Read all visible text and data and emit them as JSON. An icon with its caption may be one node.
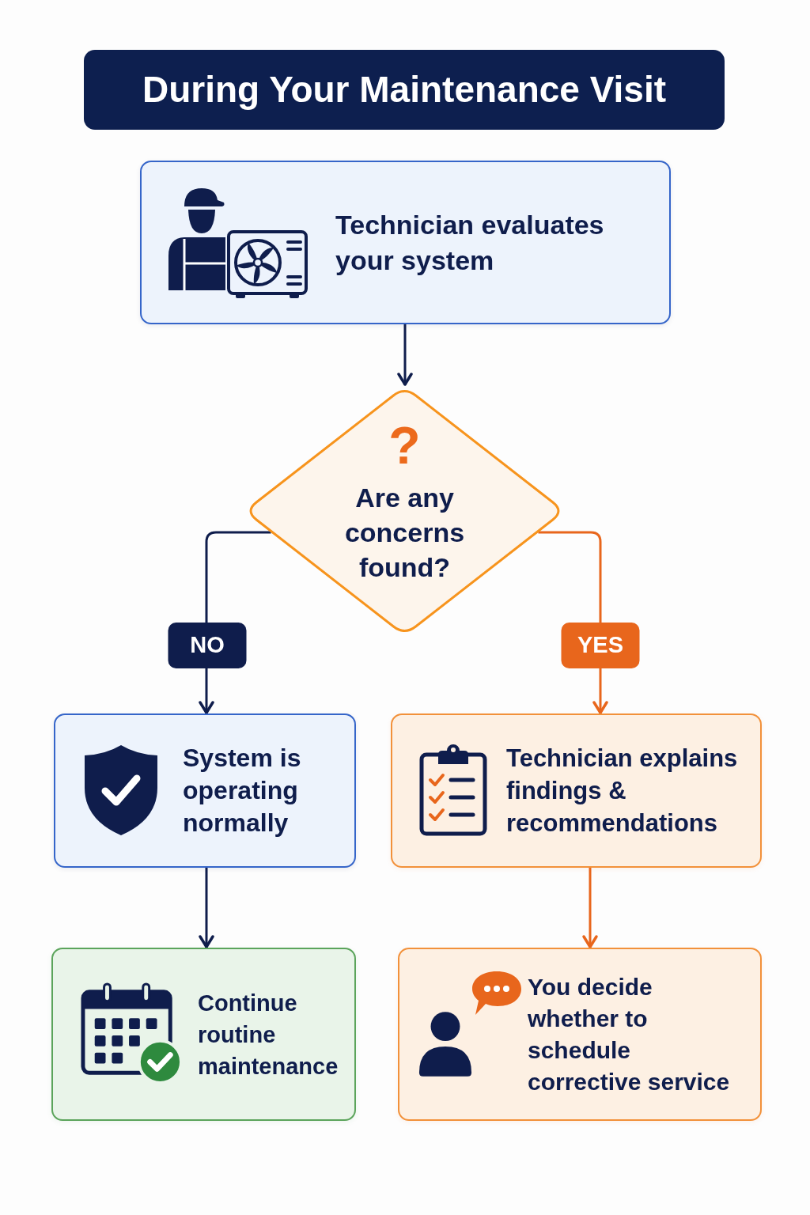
{
  "diagram": {
    "title": "During Your Maintenance Visit",
    "nodes": [
      {
        "text": [
          "Technician evaluates your system"
        ]
      },
      {
        "text": [
          "?",
          "Are any concerns found?"
        ]
      },
      {
        "text": [
          "System is operating normally"
        ]
      },
      {
        "text": [
          "Technician explains findings & recommendations"
        ]
      },
      {
        "text": [
          "Continue routine maintenance"
        ]
      },
      {
        "text": [
          "You decide whether to schedule corrective service"
        ]
      }
    ],
    "edges": [
      {
        "from": 0,
        "to": 1,
        "arrow": "to"
      },
      {
        "from": 1,
        "to": 2,
        "arrow": "to",
        "label": "NO"
      },
      {
        "from": 1,
        "to": 3,
        "arrow": "to",
        "label": "YES",
        "color": "#e8661c"
      },
      {
        "from": 2,
        "to": 4,
        "arrow": "to"
      },
      {
        "from": 3,
        "to": 5,
        "arrow": "to",
        "color": "#e8661c"
      }
    ]
  }
}
